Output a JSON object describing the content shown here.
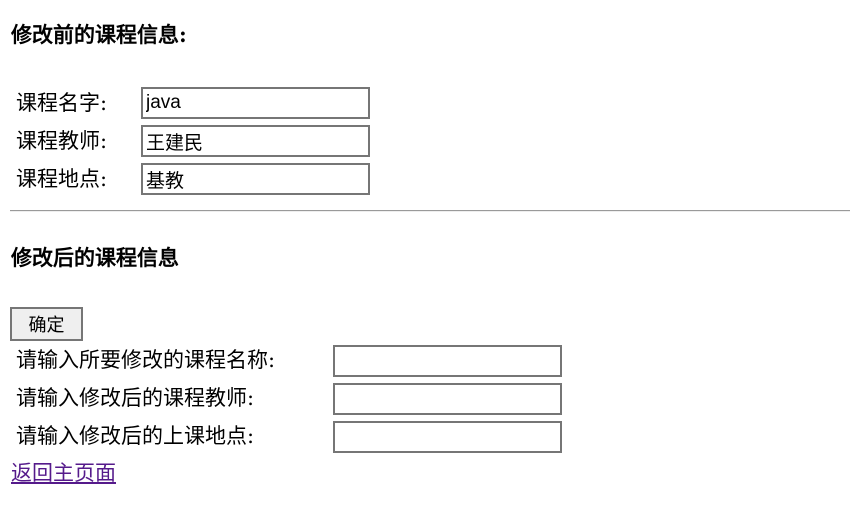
{
  "before": {
    "heading": "修改前的课程信息:",
    "fields": [
      {
        "label": "课程名字:",
        "value": "java"
      },
      {
        "label": "课程教师:",
        "value": "王建民"
      },
      {
        "label": "课程地点:",
        "value": "基教"
      }
    ]
  },
  "after": {
    "heading": "修改后的课程信息",
    "confirm_label": "确定",
    "fields": [
      {
        "label": "请输入所要修改的课程名称:",
        "value": ""
      },
      {
        "label": "请输入修改后的课程教师:",
        "value": ""
      },
      {
        "label": "请输入修改后的上课地点:",
        "value": ""
      }
    ]
  },
  "link": {
    "home_label": "返回主页面"
  },
  "colors": {
    "link_visited": "#551a8b",
    "input_border": "#767676",
    "button_bg": "#efefef"
  }
}
